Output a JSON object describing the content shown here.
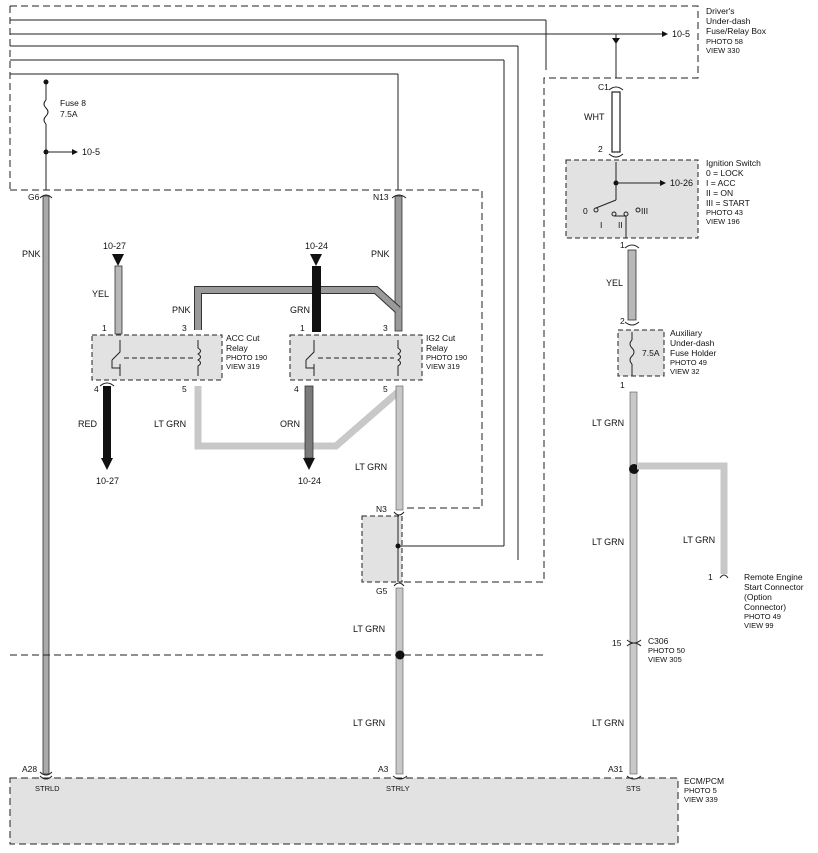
{
  "fuse_box": {
    "title": [
      "Driver's",
      "Under-dash",
      "Fuse/Relay Box"
    ],
    "photo": "PHOTO 58",
    "view": "VIEW 330",
    "ref_top": "10-5"
  },
  "fuse8": {
    "name": "Fuse 8",
    "rating": "7.5A",
    "ref": "10-5"
  },
  "pins": {
    "g6": "G6",
    "n13": "N13",
    "c1": "C1",
    "c1_2": "2",
    "sw1": "1",
    "aux2": "2",
    "aux1": "1",
    "n3": "N3",
    "g5": "G5",
    "a28": "A28",
    "a3": "A3",
    "a31": "A31",
    "c306_pin": "15",
    "remote_pin": "1"
  },
  "ignition_switch": {
    "title": "Ignition Switch",
    "states": [
      "0 = LOCK",
      "I = ACC",
      "II = ON",
      "III = START"
    ],
    "photo": "PHOTO 43",
    "view": "VIEW 196",
    "ref": "10-26",
    "positions": [
      "0",
      "I",
      "II",
      "III"
    ]
  },
  "acc_relay": {
    "title": [
      "ACC Cut",
      "Relay"
    ],
    "photo": "PHOTO 190",
    "view": "VIEW 319",
    "pins": [
      "1",
      "3",
      "4",
      "5"
    ]
  },
  "ig2_relay": {
    "title": [
      "IG2 Cut",
      "Relay"
    ],
    "photo": "PHOTO 190",
    "view": "VIEW 319",
    "pins": [
      "1",
      "3",
      "4",
      "5"
    ]
  },
  "aux_fuse": {
    "title": [
      "Auxiliary",
      "Under-dash",
      "Fuse Holder"
    ],
    "rating": "7.5A",
    "photo": "PHOTO 49",
    "view": "VIEW 32"
  },
  "wires": {
    "pnk_left": "PNK",
    "pnk_mid": "PNK",
    "pnk_relay": "PNK",
    "yel_acc": "YEL",
    "red": "RED",
    "ltgrn_acc": "LT GRN",
    "grn": "GRN",
    "orn": "ORN",
    "ltgrn_1": "LT GRN",
    "ltgrn_2": "LT GRN",
    "ltgrn_3": "LT GRN",
    "wht": "WHT",
    "yel_sw": "YEL",
    "ltgrn_r1": "LT GRN",
    "ltgrn_r2": "LT GRN",
    "ltgrn_r3": "LT GRN",
    "ltgrn_remote": "LT GRN"
  },
  "refs": {
    "acc_in": "10-27",
    "acc_out": "10-27",
    "ig2_in": "10-24",
    "ig2_out": "10-24"
  },
  "c306": {
    "name": "C306",
    "photo": "PHOTO 50",
    "view": "VIEW 305"
  },
  "remote": {
    "title": [
      "Remote Engine",
      "Start Connector",
      "(Option",
      "Connector)"
    ],
    "photo": "PHOTO 49",
    "view": "VIEW 99"
  },
  "ecm": {
    "title": "ECM/PCM",
    "photo": "PHOTO 5",
    "view": "VIEW 339",
    "terminals": [
      "STRLD",
      "STRLY",
      "STS"
    ]
  }
}
